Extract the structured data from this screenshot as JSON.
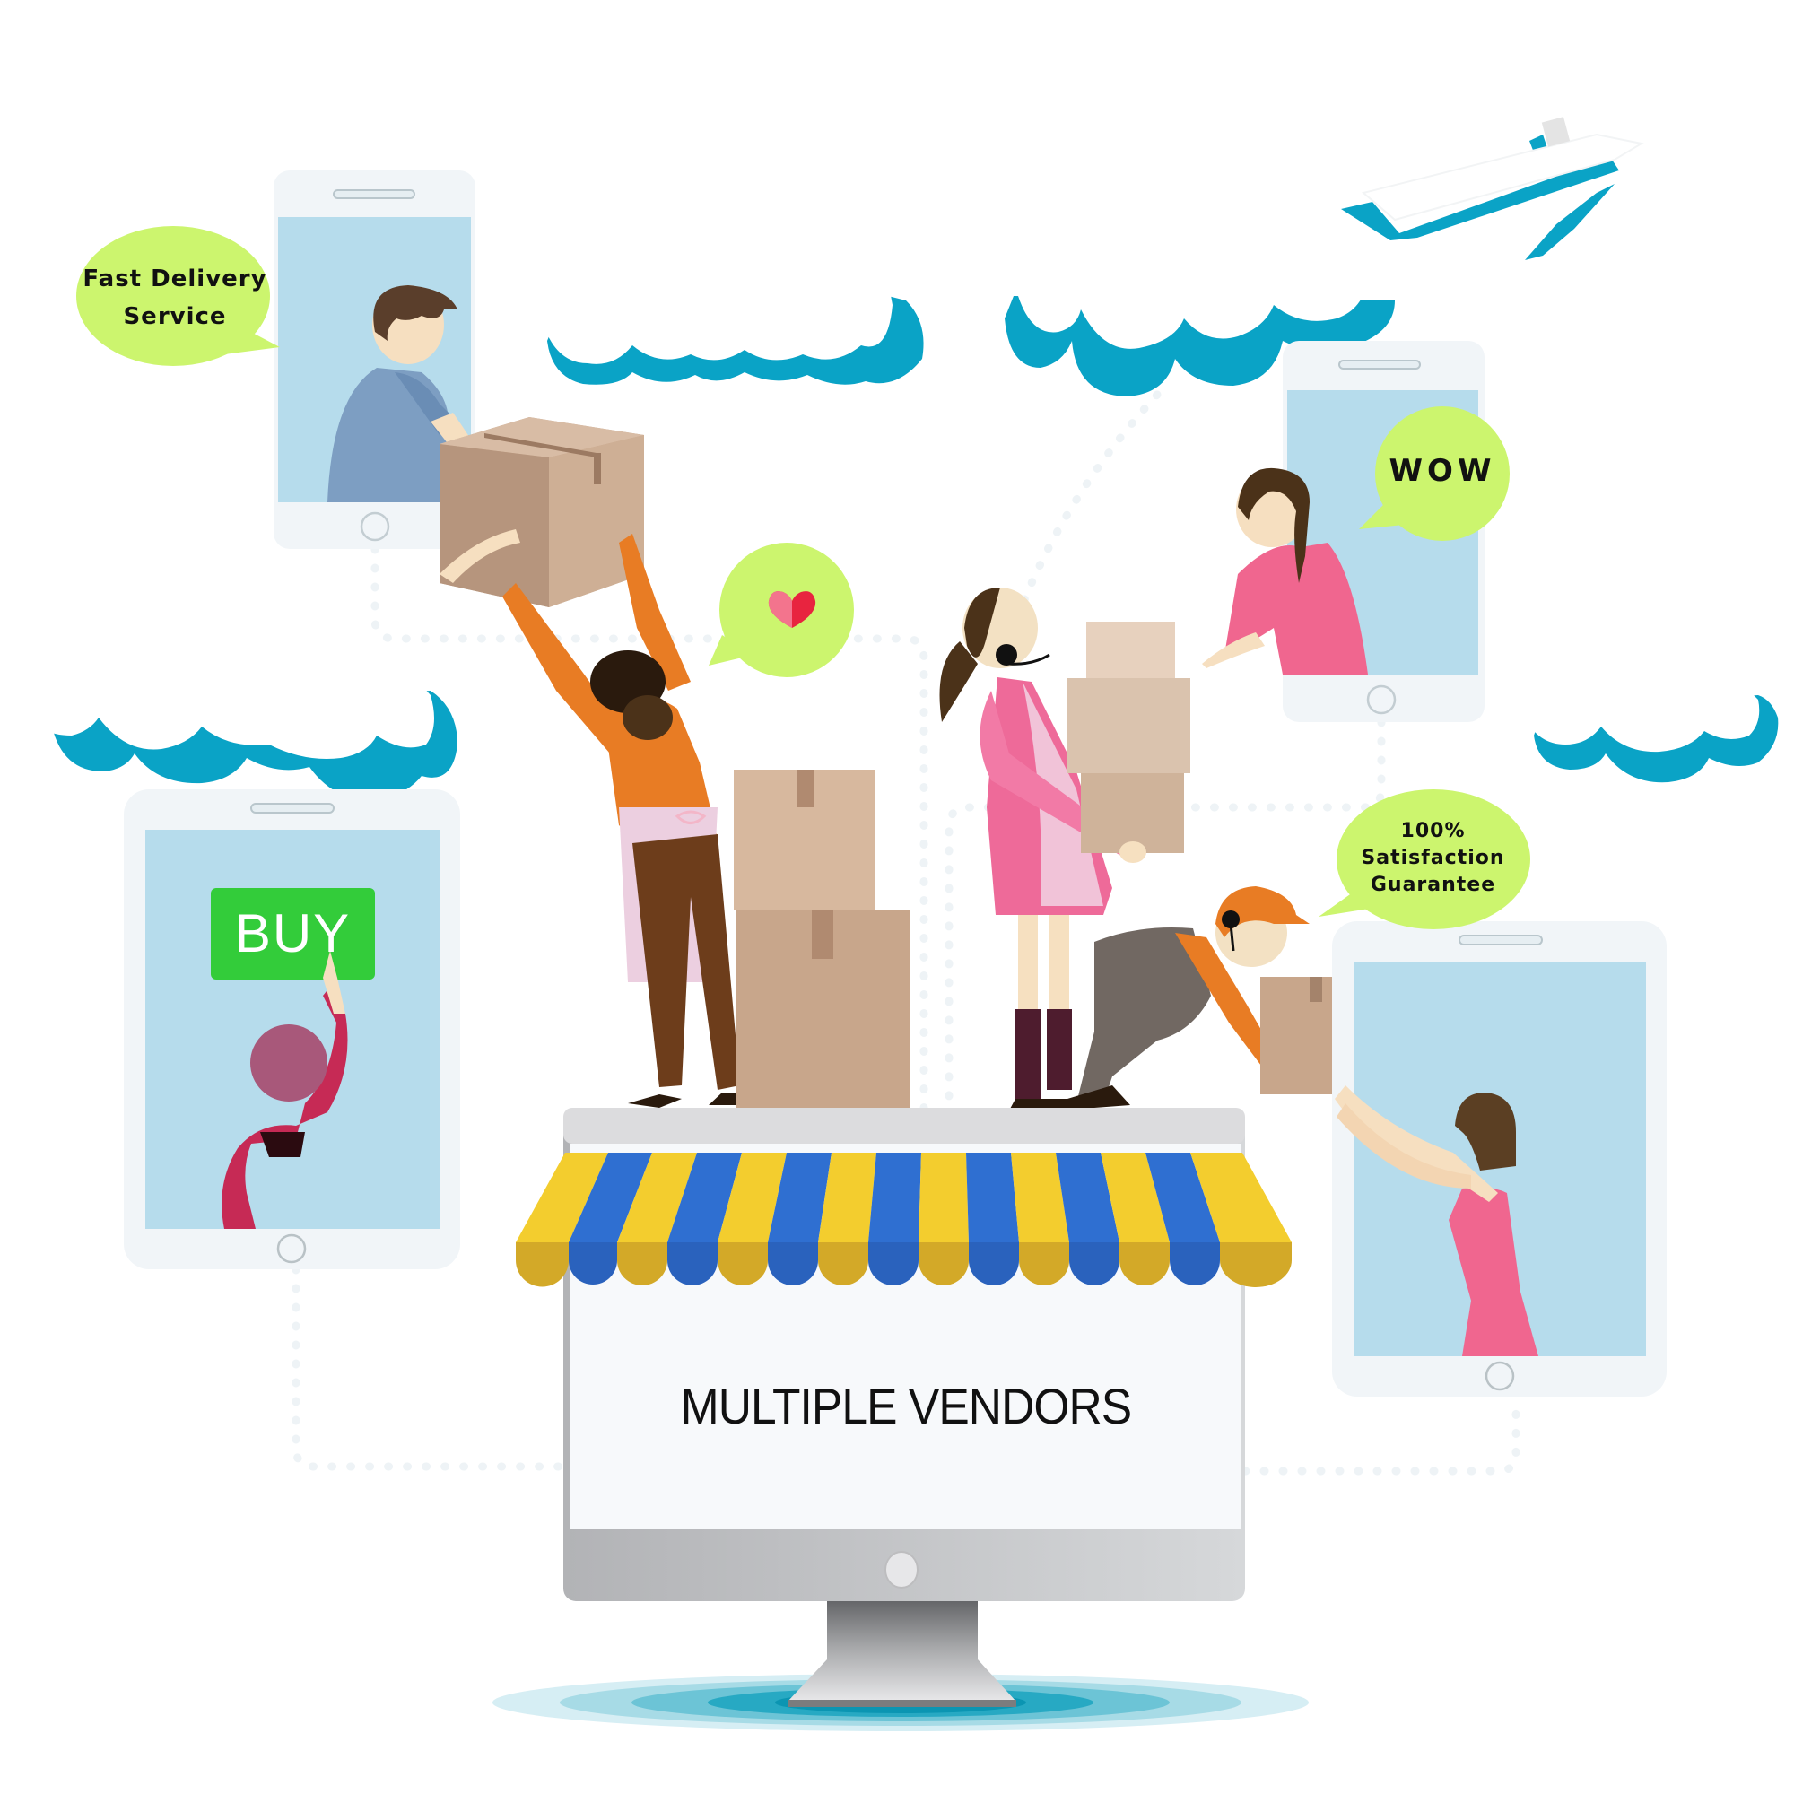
{
  "scene": {
    "title": "Multi-vendor marketplace illustration",
    "colors": {
      "cloud": "#0aa3c6",
      "bubble": "#ccf56e",
      "phone_frame": "#f1f5f8",
      "phone_screen": "#b6dcec",
      "buy_button": "#33cc3a",
      "awning_yellow": "#f3cd2e",
      "awning_blue": "#2f6fd1",
      "box": "#c8a68b",
      "monitor_bezel": "#c9cacc"
    }
  },
  "bubbles": {
    "fast_delivery": {
      "line1": "Fast Delivery",
      "line2": "Service"
    },
    "wow": "WOW",
    "heart": "heart-icon",
    "satisfaction": {
      "line1": "100%",
      "line2": "Satisfaction",
      "line3": "Guarantee"
    }
  },
  "buy_button": {
    "label": "BUY"
  },
  "storefront": {
    "label": "MULTIPLE VENDORS"
  }
}
